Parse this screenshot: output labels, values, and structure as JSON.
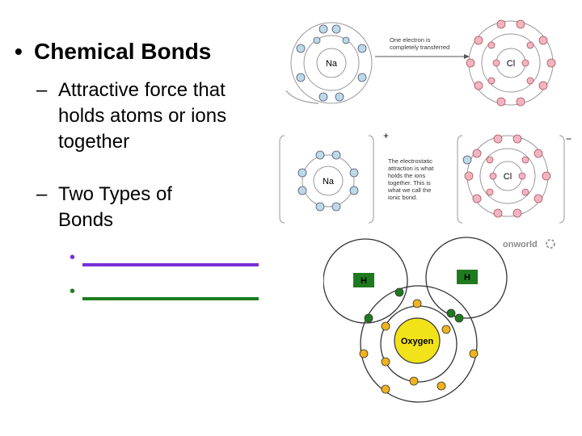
{
  "title": "Chemical Bonds",
  "sub1": "Attractive force that holds atoms or ions together",
  "sub1_lines": [
    "Attractive force that",
    "holds atoms or ions",
    "together"
  ],
  "sub2_lines": [
    "Two Types of",
    "Bonds"
  ],
  "blank_colors": [
    "#7a2fd6",
    "#1e7d1e"
  ],
  "diagram1": {
    "atom_left": "Na",
    "atom_right": "Cl",
    "caption_lines": [
      "One electron is",
      "completely transferred"
    ]
  },
  "diagram2": {
    "atom_left": "Na",
    "atom_right": "Cl",
    "plus": "+",
    "minus": "−",
    "caption_lines": [
      "The electrostatic",
      "attraction is what",
      "holds the ions",
      "together. This is",
      "what we call the",
      "ionic bond."
    ]
  },
  "diagram3": {
    "brand": "onworld",
    "atom_left": "H",
    "atom_right": "H",
    "center": "Oxygen"
  }
}
